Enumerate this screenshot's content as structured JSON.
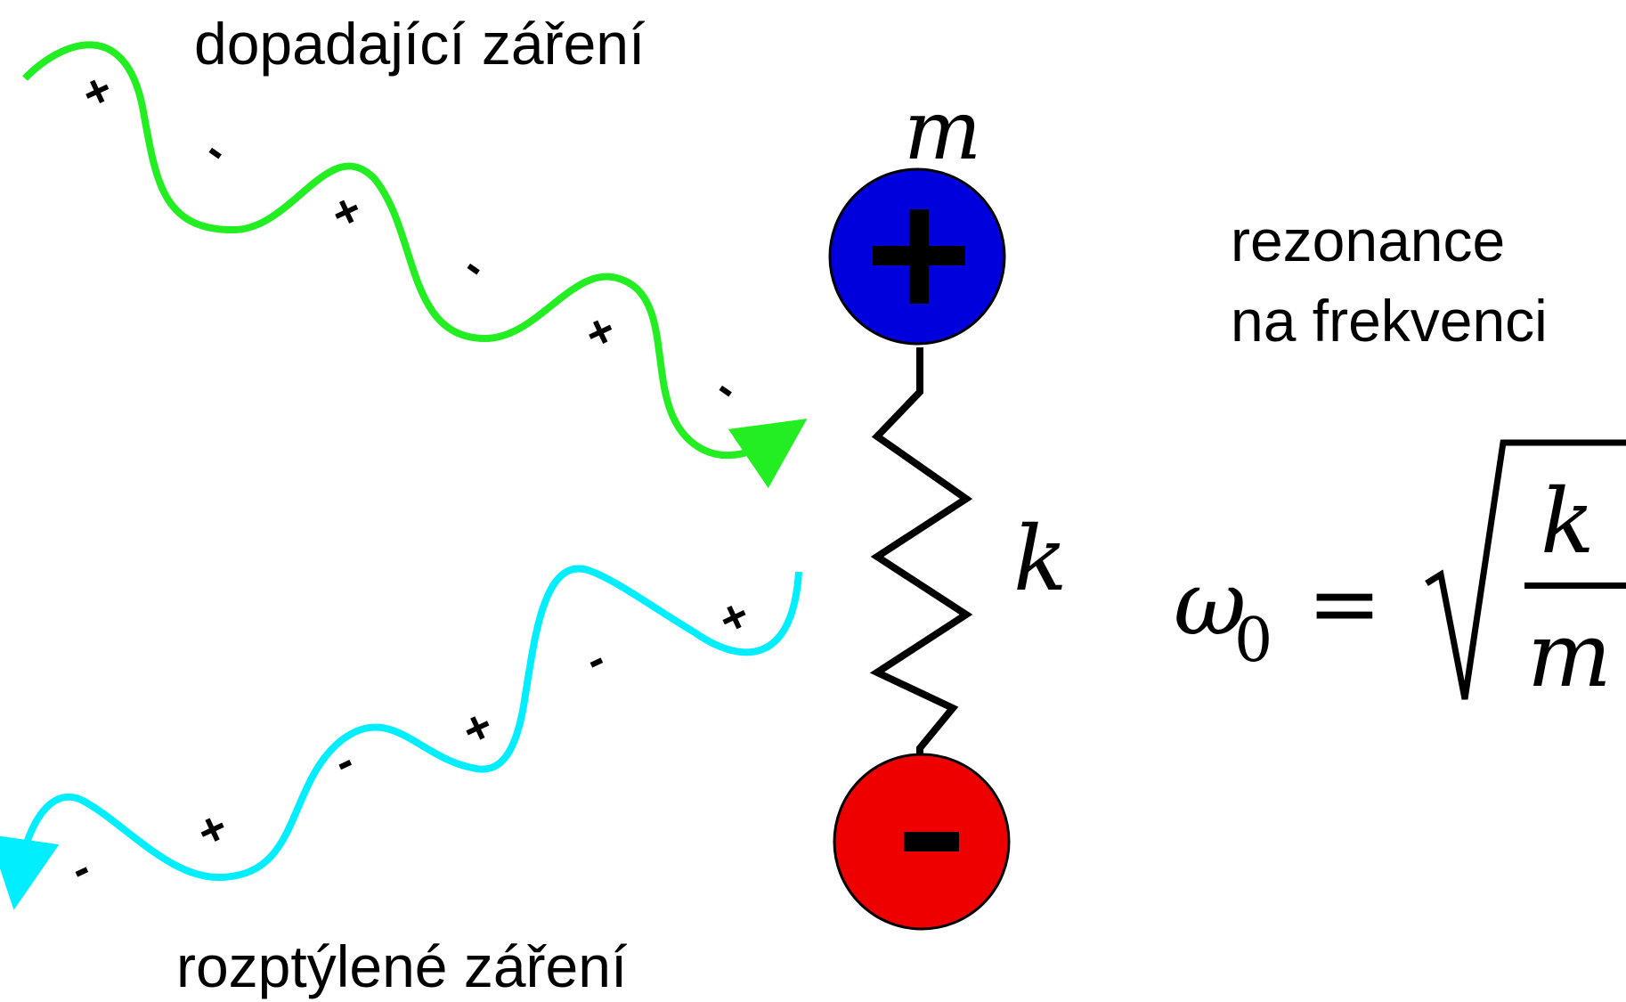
{
  "labels": {
    "incident": "dopadající záření",
    "scattered": "rozptýlené záření",
    "resonance_line1": "rezonance",
    "resonance_line2": "na frekvenci"
  },
  "symbols": {
    "mass": "m",
    "spring": "k",
    "positive_charge": "+",
    "negative_charge": "-"
  },
  "formula": {
    "omega": "ω",
    "subscript": "0",
    "equals": "=",
    "numerator": "k",
    "denominator": "m"
  },
  "wave_signs": {
    "incident": [
      "+",
      "-",
      "+",
      "-",
      "+",
      "-"
    ],
    "scattered": [
      "+",
      "-",
      "+",
      "-",
      "+",
      "-"
    ]
  },
  "colors": {
    "incident_wave": "#22ee22",
    "scattered_wave": "#00eeff",
    "positive_ball": "#0000dd",
    "negative_ball": "#ee0000",
    "spring": "#000000"
  }
}
